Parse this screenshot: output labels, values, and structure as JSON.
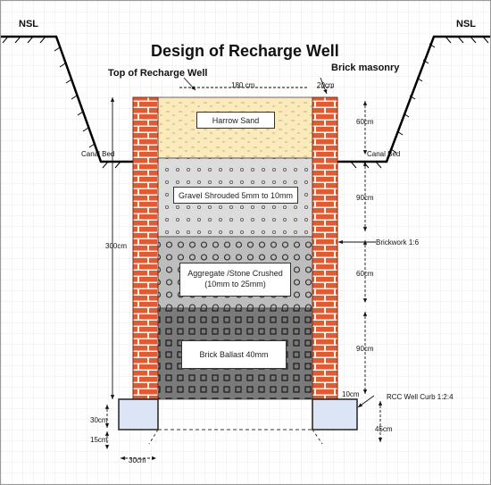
{
  "title": "Design of Recharge Well",
  "nsl_left": "NSL",
  "nsl_right": "NSL",
  "top_label": "Top of Recharge Well",
  "brick_masonry_label": "Brick masonry",
  "canal_bed_left": "Canal Bed",
  "canal_bed_right": "Canal Bed",
  "brickwork_label": "Brickwork 1:6",
  "rcc_label": "RCC Well Curb 1:2:4",
  "layers": [
    {
      "name": "Harrow Sand",
      "color": "#fbeabc"
    },
    {
      "name": "Gravel Shrouded 5mm to 10mm",
      "color": "#dcdcdc"
    },
    {
      "name": "Aggregate /Stone Crushed (10mm to 25mm)",
      "color": "#bdbdbd"
    },
    {
      "name": "Brick Ballast 40mm",
      "color": "#7a7a7a"
    }
  ],
  "dimensions": {
    "width_inner": "180 cm",
    "wall_thickness": "20cm",
    "total_depth": "300cm",
    "sand": "60cm",
    "gravel": "90cm",
    "aggregate": "60cm",
    "ballast": "90cm",
    "curb_top": "10cm",
    "curb_height": "30cm",
    "curb_lower": "15cm",
    "curb_right": "45cm",
    "curb_width": "30cm"
  },
  "colors": {
    "brick": "#e05a33",
    "mortar": "#fff2e6",
    "curb": "#dbe5f5",
    "grid": "#e5e5e5"
  }
}
